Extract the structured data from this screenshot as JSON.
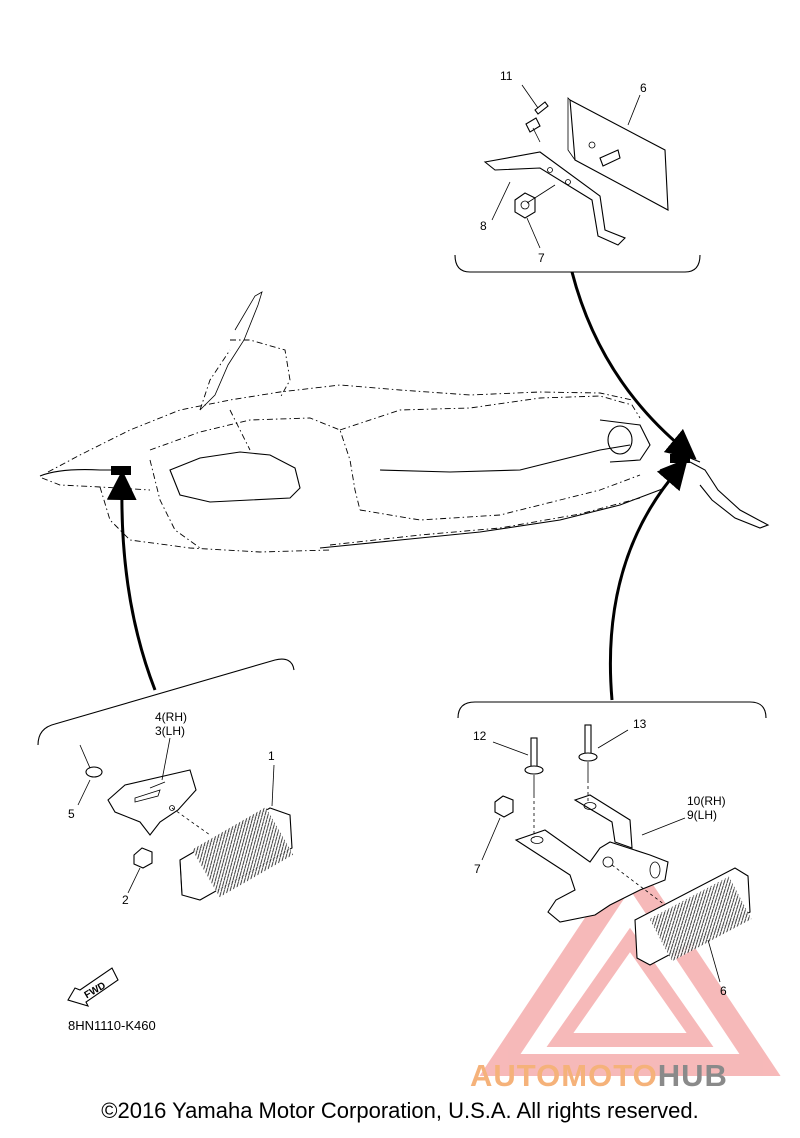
{
  "callouts": {
    "p1": "1",
    "p2": "2",
    "p3": "3(LH)",
    "p4": "4(RH)",
    "p5": "5",
    "p6_top": "6",
    "p6_bottom": "6",
    "p7_top": "7",
    "p7_bottom": "7",
    "p8": "8",
    "p9": "9(LH)",
    "p10": "10(RH)",
    "p11": "11",
    "p12": "12",
    "p13": "13"
  },
  "fwd_label": "FWD",
  "drawing_code": "8HN1110-K460",
  "copyright": "©2016 Yamaha Motor Corporation, U.S.A. All rights reserved.",
  "watermark": {
    "part1": "AUTOMOTO",
    "part2": "HUB",
    "color1": "#f5b27a",
    "color2": "#8a8a8a",
    "logo_color": "#f08080"
  }
}
